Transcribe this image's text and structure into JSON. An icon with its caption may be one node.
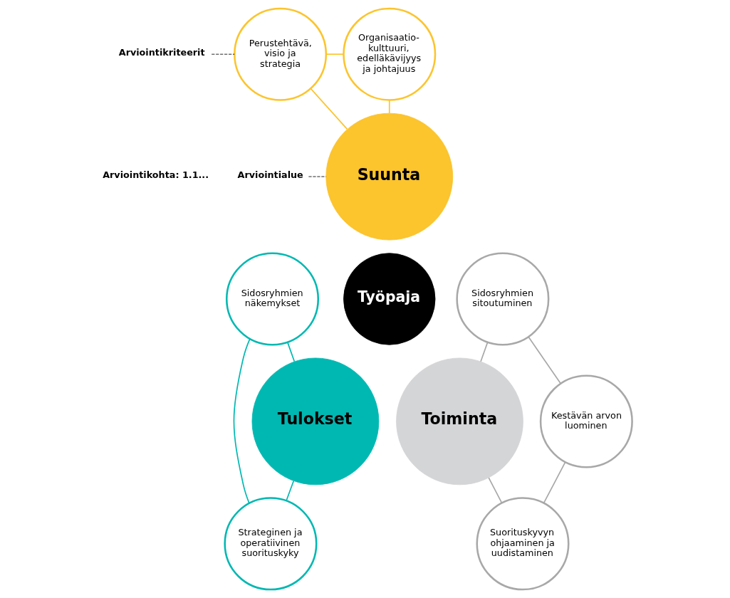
{
  "diagram": {
    "nodes": [
      {
        "text": [
          "Suunta"
        ]
      },
      {
        "text": [
          "Perustehtävä, visio ja strategia"
        ]
      },
      {
        "text": [
          "Organisaatio- kulttuuri, edelläkävijyys ja johtajuus"
        ]
      },
      {
        "text": [
          "Tulokset"
        ]
      },
      {
        "text": [
          "Sidosryhmien näkemykset"
        ]
      },
      {
        "text": [
          "Strateginen ja operatiivinen suorituskyky"
        ]
      },
      {
        "text": [
          "Toiminta"
        ]
      },
      {
        "text": [
          "Sidosryhmien sitoutuminen"
        ]
      },
      {
        "text": [
          "Kestävän arvon luominen"
        ]
      },
      {
        "text": [
          "Suorituskyvyn ohjaaminen ja uudistaminen"
        ]
      },
      {
        "text": [
          "Työpaja"
        ]
      },
      {
        "text": [
          "Arviointikriteerit"
        ]
      },
      {
        "text": [
          "Arviointialue"
        ]
      }
    ],
    "edges": [
      {
        "from": 1,
        "to": 2,
        "arrow": "none",
        "color": "#fcc42d"
      },
      {
        "from": 1,
        "to": 0,
        "arrow": "none",
        "color": "#fcc42d"
      },
      {
        "from": 2,
        "to": 0,
        "arrow": "none",
        "color": "#fcc42d"
      },
      {
        "from": 4,
        "to": 5,
        "arrow": "none",
        "color": "#00b8b2"
      },
      {
        "from": 4,
        "to": 3,
        "arrow": "none",
        "color": "#00b8b2"
      },
      {
        "from": 5,
        "to": 3,
        "arrow": "none",
        "color": "#00b8b2"
      },
      {
        "from": 7,
        "to": 6,
        "arrow": "none",
        "color": "#a8a8a8"
      },
      {
        "from": 7,
        "to": 8,
        "arrow": "none",
        "color": "#a8a8a8"
      },
      {
        "from": 8,
        "to": 9,
        "arrow": "none",
        "color": "#a8a8a8"
      },
      {
        "from": 9,
        "to": 6,
        "arrow": "none",
        "color": "#a8a8a8"
      },
      {
        "from": 11,
        "to": 1,
        "arrow": "none",
        "style": "dashed",
        "color": "#000000"
      },
      {
        "from": 12,
        "to": 0,
        "arrow": "none",
        "style": "dashed",
        "color": "#000000"
      }
    ],
    "labels": [
      "Arviointikohta: 1.1..."
    ]
  }
}
